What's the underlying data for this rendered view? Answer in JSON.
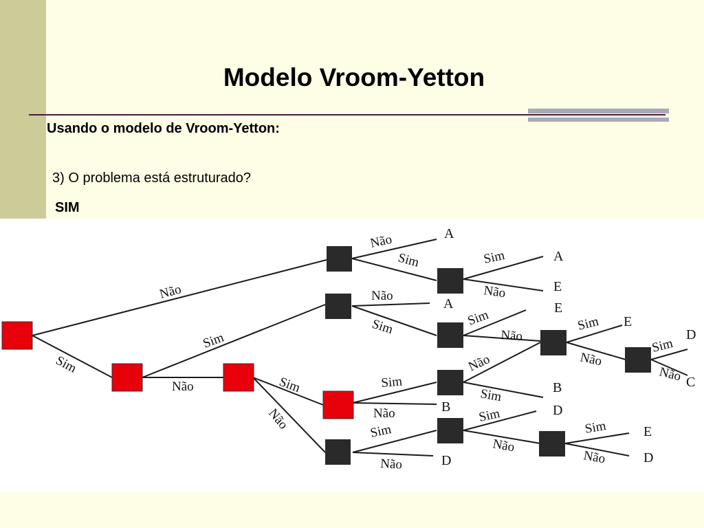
{
  "slide": {
    "title": "Modelo Vroom-Yetton",
    "subtitle": "Usando o modelo de Vroom-Yetton:",
    "question": "3) O problema está estruturado?",
    "answer": "SIM"
  },
  "colors": {
    "background": "#fefee6",
    "left_band": "#cccc99",
    "highlight_node": "#e8000b",
    "plain_node": "#2a2a2a"
  },
  "tree": {
    "labels": {
      "n1_up": "Não",
      "n1_down": "Sim",
      "n2_sim": "Sim",
      "n2_nao": "Não",
      "n3_sim": "Sim",
      "n3_nao": "Não",
      "a_nao": "Não",
      "a_sim": "Sim",
      "b_nao": "Não",
      "b_sim": "Sim",
      "c_sim": "Sim",
      "c_nao": "Não",
      "d_sim": "Sim",
      "d_nao": "Não",
      "e_nao": "Não",
      "e_sim": "Sim",
      "f_sim": "Sim",
      "f_nao": "Não",
      "g_sim": "Sim",
      "g_nao": "Não",
      "h_sim": "Sim",
      "h_nao": "Não",
      "i_sim": "Sim",
      "i_nao": "Não",
      "j_sim": "Sim",
      "j_nao": "Não"
    },
    "leaves": {
      "a_nao": "A",
      "c_sim": "A",
      "c_nao": "E",
      "b_nao": "A",
      "d_sim": "E",
      "g_sim": "E",
      "h_sim": "D",
      "h_nao": "C",
      "e_sim": "B",
      "f_nao": "B",
      "i_sim": "D",
      "j_sim": "E",
      "j_nao": "D",
      "k_nao": "D"
    }
  }
}
